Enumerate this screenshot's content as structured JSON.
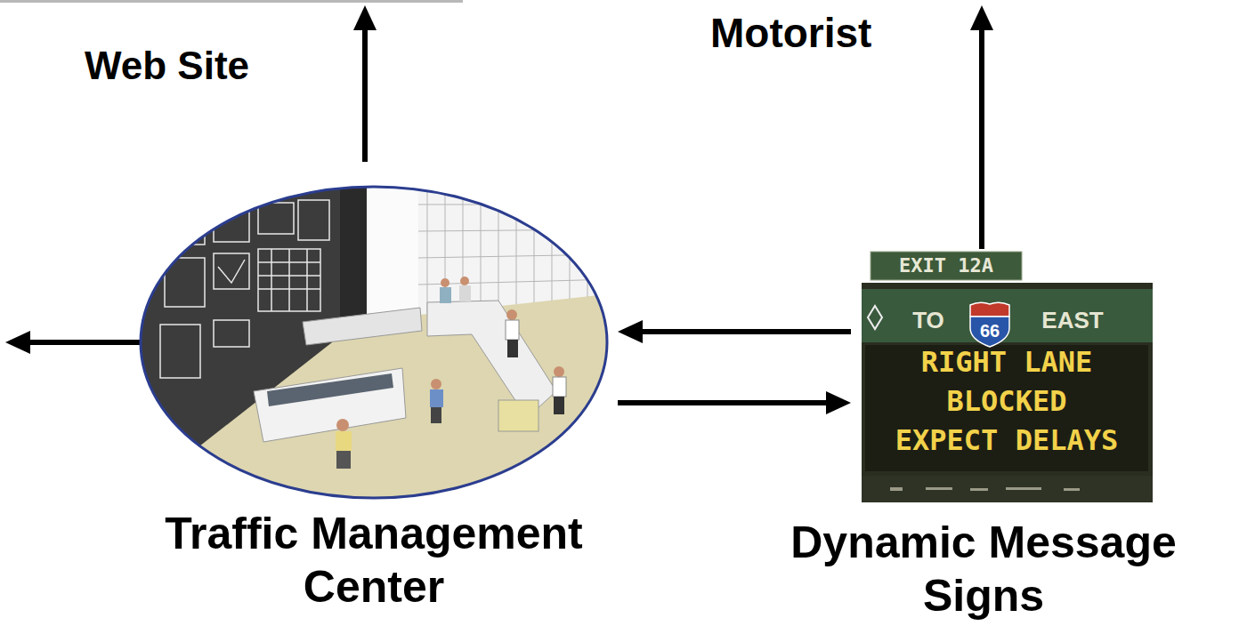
{
  "diagram": {
    "nodes": [
      {
        "text": [
          "Traffic Management Center"
        ]
      },
      {
        "text": [
          "EXIT 12A",
          "TO",
          "66",
          "EAST",
          "RIGHT LANE BLOCKED EXPECT DELAYS",
          "Dynamic Message Signs"
        ]
      }
    ],
    "edges": [
      {
        "from": 1,
        "to": 0,
        "arrow": "to"
      },
      {
        "from": 0,
        "to": 1,
        "arrow": "to"
      }
    ],
    "labels": [
      "Web Site",
      "Motorist"
    ]
  }
}
